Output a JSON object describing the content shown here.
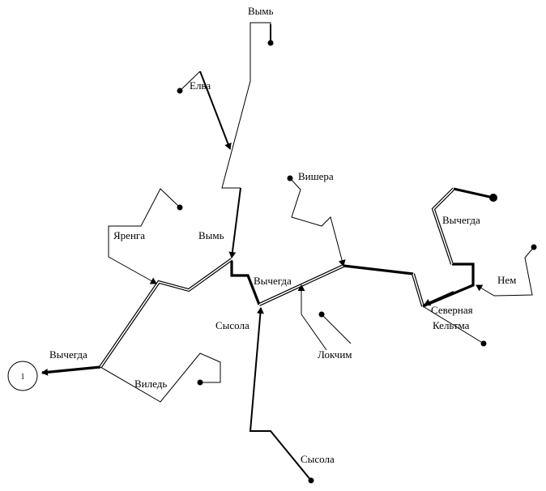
{
  "diagram": {
    "outlet_label": "1",
    "labels": {
      "vym_top": "Вымь",
      "elva": "Елва",
      "vishera": "Вишера",
      "yarenga": "Яренга",
      "vym_mid": "Вымь",
      "vychegda_center": "Вычегда",
      "vychegda_right": "Вычегда",
      "nem": "Нем",
      "severnaya": "Северная",
      "keltma": "Кельтма",
      "sysola_mid": "Сысола",
      "lokchim": "Локчим",
      "vychegda_left": "Вычегда",
      "viled": "Виледь",
      "sysola_bottom": "Сысола"
    }
  }
}
